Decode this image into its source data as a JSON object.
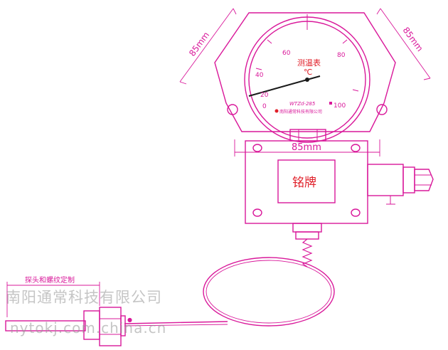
{
  "dimensions": {
    "left_diagonal": "85mm",
    "right_diagonal": "85mm",
    "bolt_spacing": "85mm"
  },
  "gauge": {
    "title": "测温表",
    "unit": "℃",
    "model": "WTZd-285",
    "maker": "南阳通常科技有限公司",
    "scale": [
      "0",
      "20",
      "40",
      "60",
      "80",
      "100"
    ]
  },
  "box": {
    "nameplate": "铭牌"
  },
  "probe": {
    "note": "探头和螺纹定制"
  },
  "watermark": {
    "company": "南阳通常科技有限公司",
    "url": "nytokj.com.china.cn"
  },
  "colors": {
    "line": "#d9189a",
    "gauge_red": "#e0202a",
    "needle": "#1a1a1a",
    "watermark": "#969696"
  }
}
